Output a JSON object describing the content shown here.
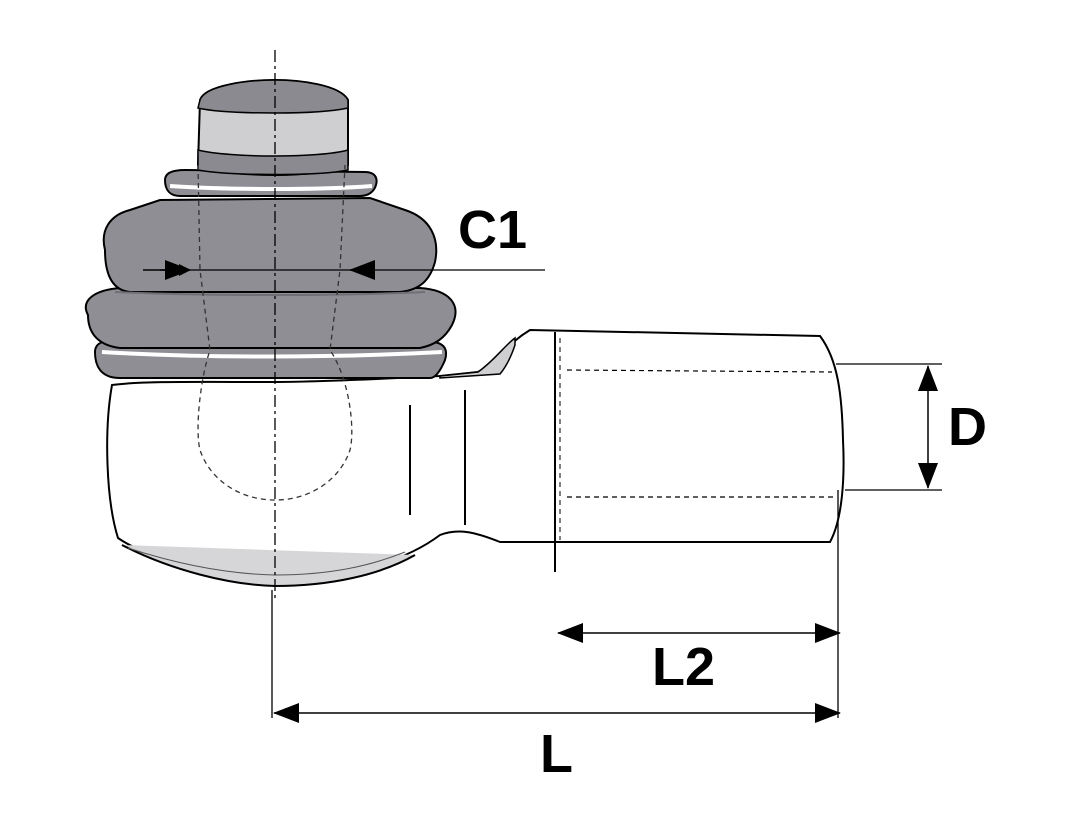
{
  "diagram": {
    "labels": {
      "c1": "C1",
      "d": "D",
      "l2": "L2",
      "l": "L"
    },
    "colors": {
      "boot": "#8e8e94",
      "boot_dark": "#6f6f75",
      "stud_top": "#8a8a90",
      "stud_light": "#cfcfd2",
      "body_fill": "#ffffff",
      "outline": "#000000",
      "hidden_line": "#333333"
    },
    "parts": [
      "stud",
      "rubber-boot",
      "housing",
      "threaded-shank"
    ]
  }
}
